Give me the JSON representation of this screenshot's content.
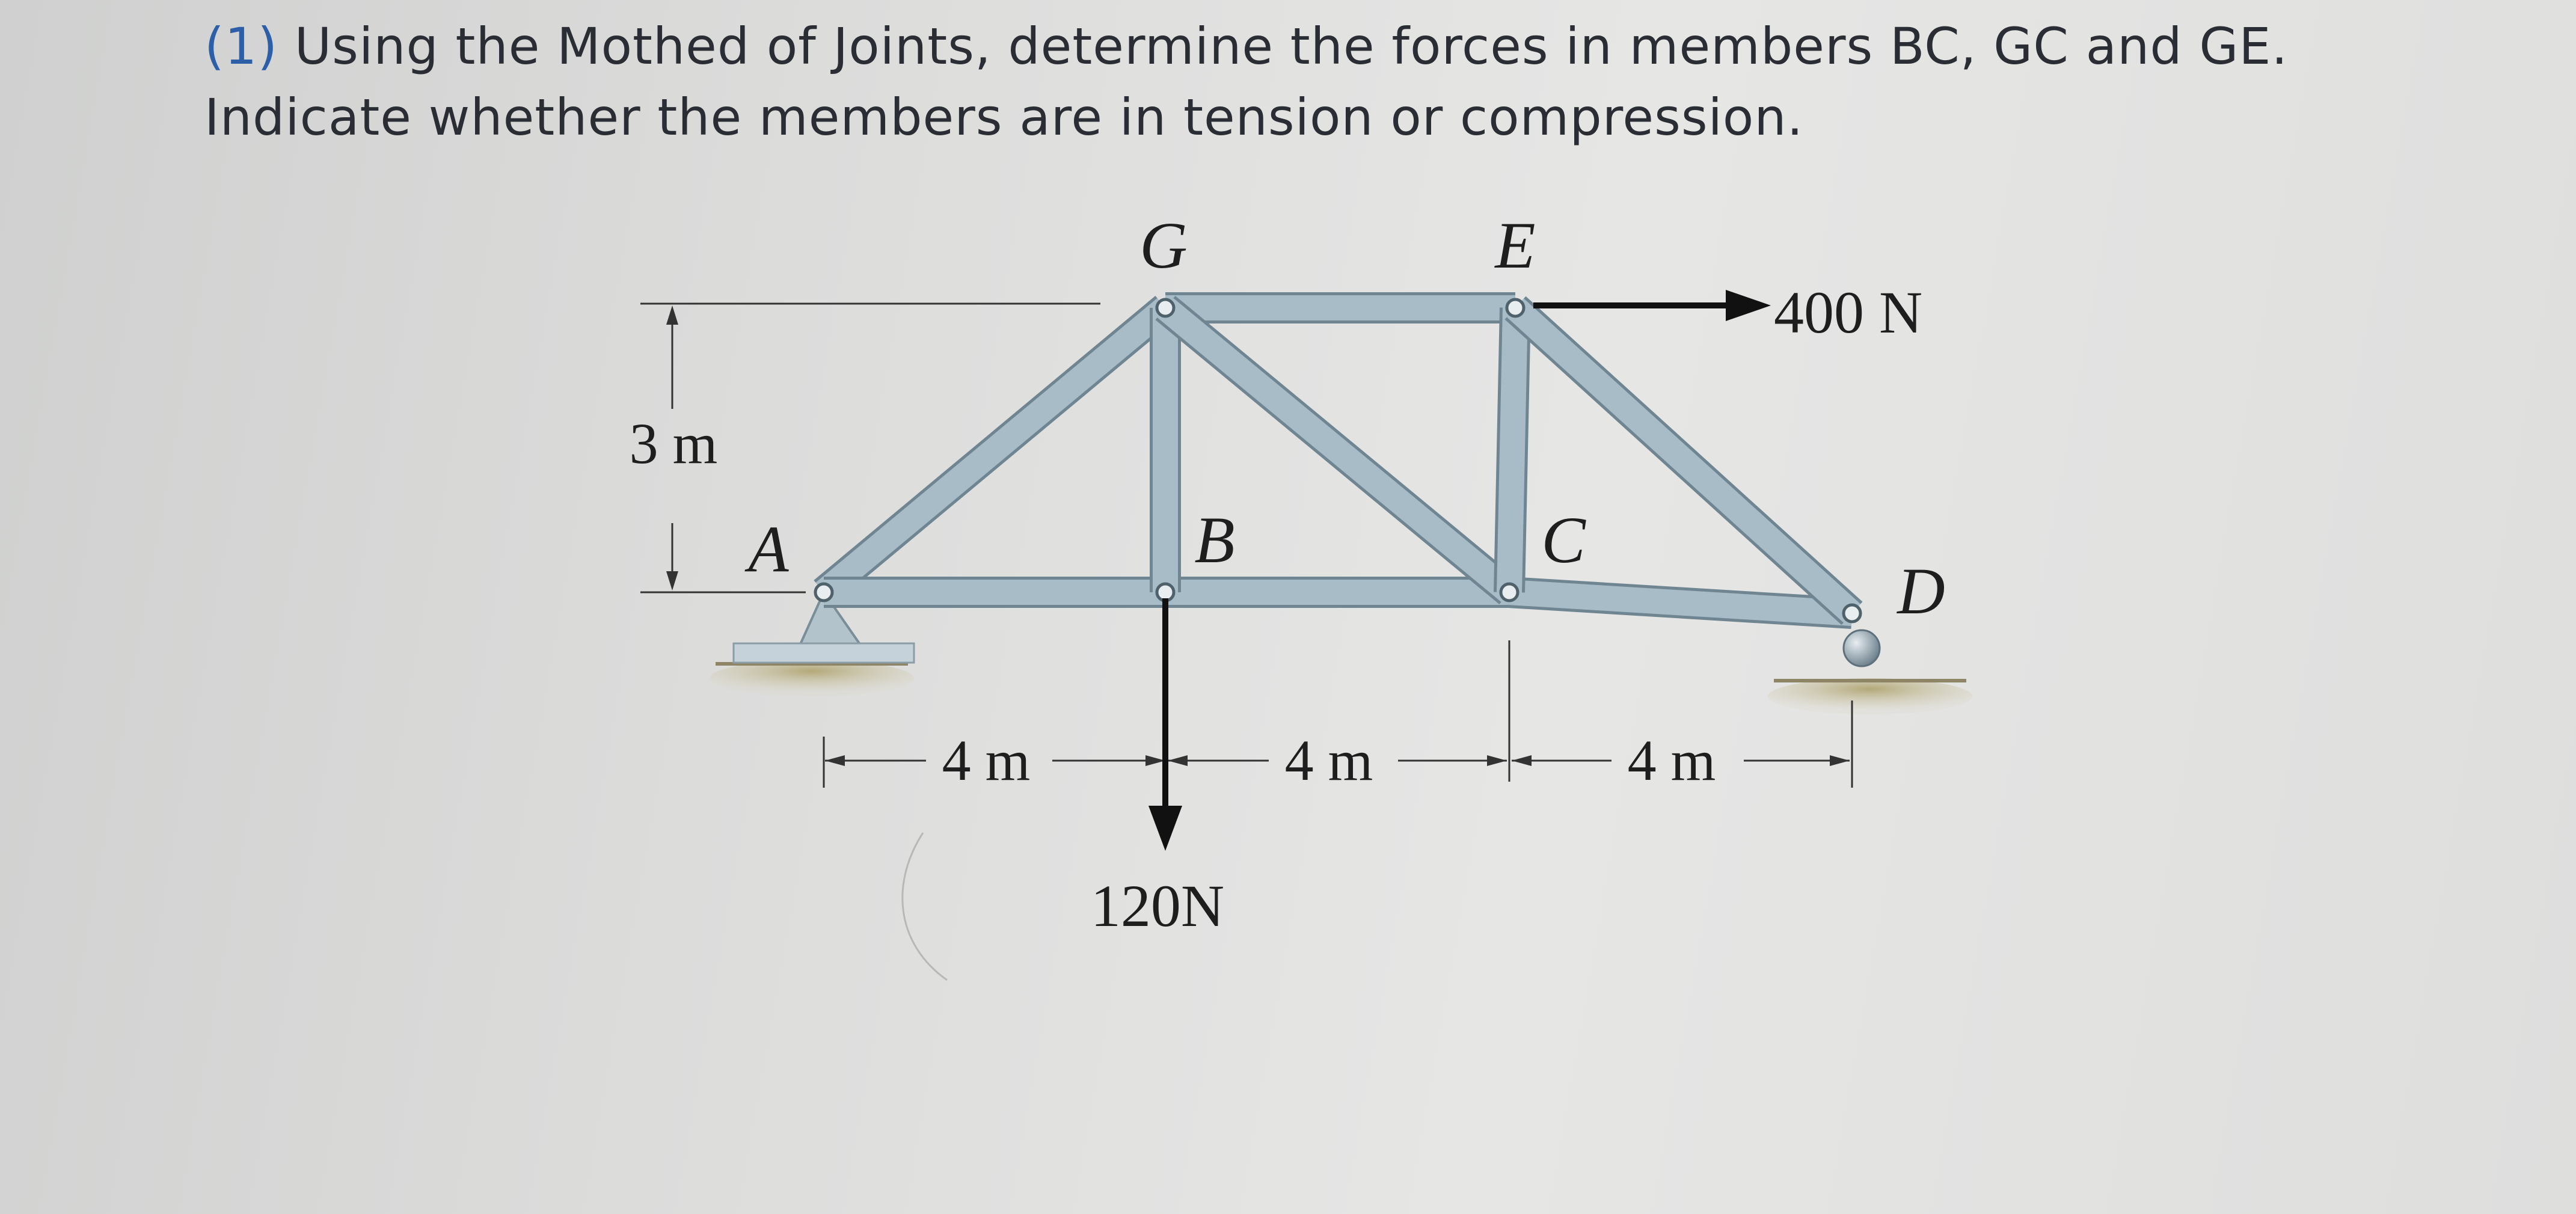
{
  "question": {
    "number": "(1)",
    "line1": "Using the Mothed of Joints, determine the forces in members BC, GC and GE.",
    "line2": "Indicate whether the members are in tension or compression."
  },
  "joints": {
    "A": "A",
    "B": "B",
    "C": "C",
    "D": "D",
    "E": "E",
    "G": "G"
  },
  "members": [
    {
      "from": "A",
      "to": "G"
    },
    {
      "from": "A",
      "to": "B"
    },
    {
      "from": "B",
      "to": "C"
    },
    {
      "from": "C",
      "to": "D"
    },
    {
      "from": "G",
      "to": "E"
    },
    {
      "from": "G",
      "to": "B"
    },
    {
      "from": "G",
      "to": "C"
    },
    {
      "from": "E",
      "to": "C"
    },
    {
      "from": "E",
      "to": "D"
    }
  ],
  "dimensions": {
    "height": "3 m",
    "span_AB": "4 m",
    "span_BC": "4 m",
    "span_CD": "4 m"
  },
  "loads": {
    "horizontal_E": "400 N",
    "vertical_B": "120N"
  },
  "colors": {
    "member": "#a8bcc8",
    "member_edge": "#6f8592",
    "ground": "#b9b08a",
    "text": "#1e1e1e",
    "question_number": "#2d5fa8"
  }
}
